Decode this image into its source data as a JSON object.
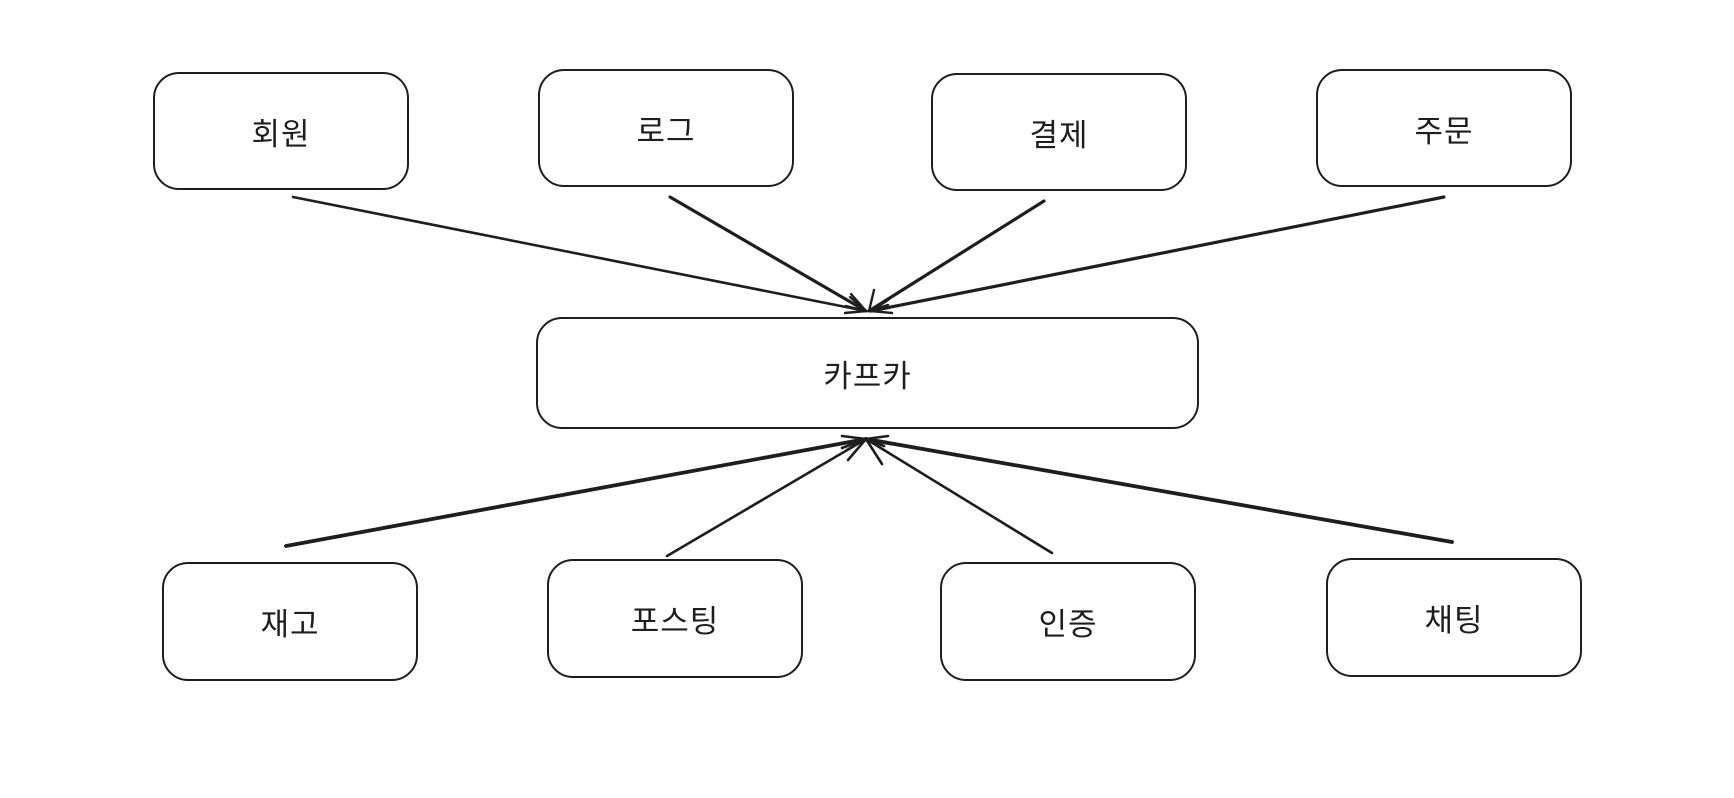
{
  "diagram": {
    "stroke_color": "#1e1e1e",
    "background": "#ffffff",
    "hub": {
      "label": "카프카"
    },
    "producers": [
      {
        "label": "회원"
      },
      {
        "label": "로그"
      },
      {
        "label": "결제"
      },
      {
        "label": "주문"
      }
    ],
    "consumers": [
      {
        "label": "재고"
      },
      {
        "label": "포스팅"
      },
      {
        "label": "인증"
      },
      {
        "label": "채팅"
      }
    ]
  }
}
